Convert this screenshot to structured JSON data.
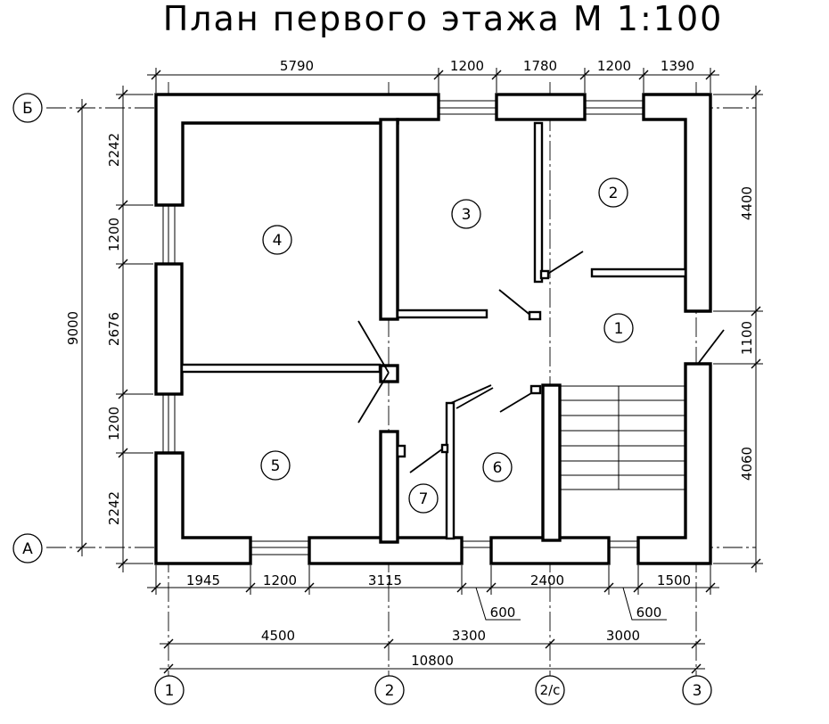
{
  "title": "План первого этажа М 1:100",
  "dimensions": {
    "top": [
      "5790",
      "1200",
      "1780",
      "1200",
      "1390"
    ],
    "bottom": [
      "1945",
      "1200",
      "3115",
      "2400",
      "1500"
    ],
    "bottom_callouts": [
      "600",
      "600"
    ],
    "axes_spacing": [
      "4500",
      "3300",
      "3000"
    ],
    "total_width": "10800",
    "left": [
      "2242",
      "1200",
      "2676",
      "1200",
      "2242"
    ],
    "total_height": "9000",
    "right": [
      "4400",
      "1100",
      "4060"
    ]
  },
  "axes": {
    "horizontal": [
      "Б",
      "А"
    ],
    "vertical": [
      "1",
      "2",
      "2/с",
      "3"
    ]
  },
  "rooms": [
    "1",
    "2",
    "3",
    "4",
    "5",
    "6",
    "7"
  ]
}
